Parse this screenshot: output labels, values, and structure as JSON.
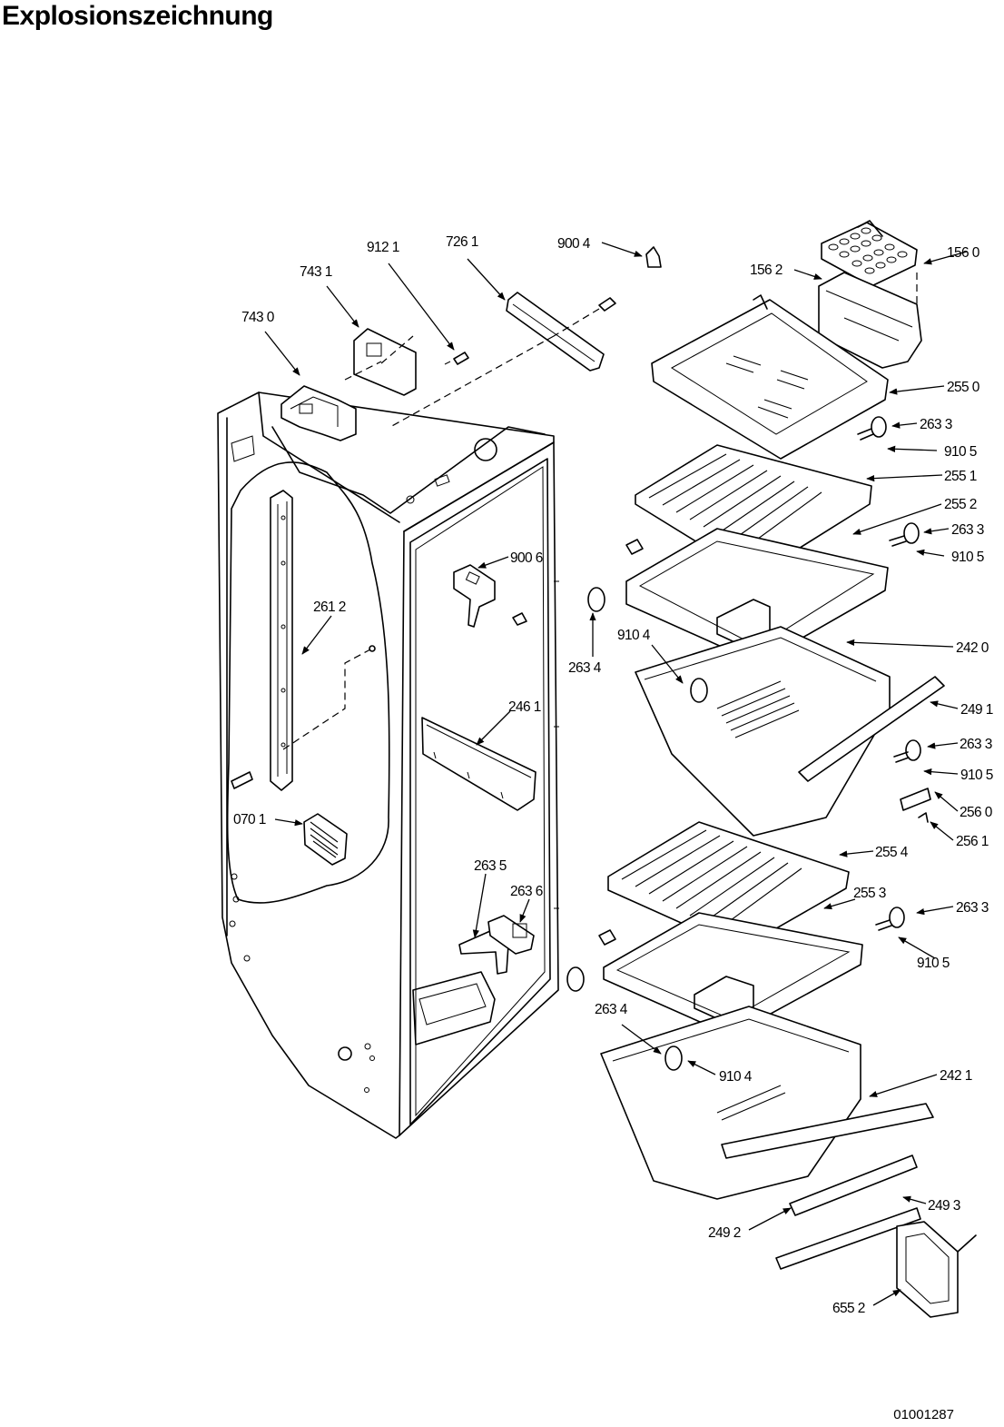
{
  "title": "Explosionszeichnung",
  "document_number": "01001287",
  "labels": {
    "l7261": "726 1",
    "l9004": "900 4",
    "l9121": "912 1",
    "l7431": "743 1",
    "l7430": "743 0",
    "l1560": "156 0",
    "l1562": "156 2",
    "l2550": "255 0",
    "l2633a": "263 3",
    "l9105a": "910 5",
    "l2551": "255 1",
    "l2552": "255 2",
    "l2633b": "263 3",
    "l9105b": "910 5",
    "l9006": "900 6",
    "l2612": "261 2",
    "l2634a": "263 4",
    "l9104a": "910 4",
    "l2420": "242 0",
    "l2491": "249 1",
    "l2461": "246 1",
    "l2633c": "263 3",
    "l9105c": "910 5",
    "l0701": "070 1",
    "l2560": "256 0",
    "l2561": "256 1",
    "l2554": "255 4",
    "l2635": "263 5",
    "l2636": "263 6",
    "l2553": "255 3",
    "l2633d": "263 3",
    "l9105d": "910 5",
    "l2634b": "263 4",
    "l9104b": "910 4",
    "l2421": "242 1",
    "l2493": "249 3",
    "l2492": "249 2",
    "l6552": "655 2"
  }
}
